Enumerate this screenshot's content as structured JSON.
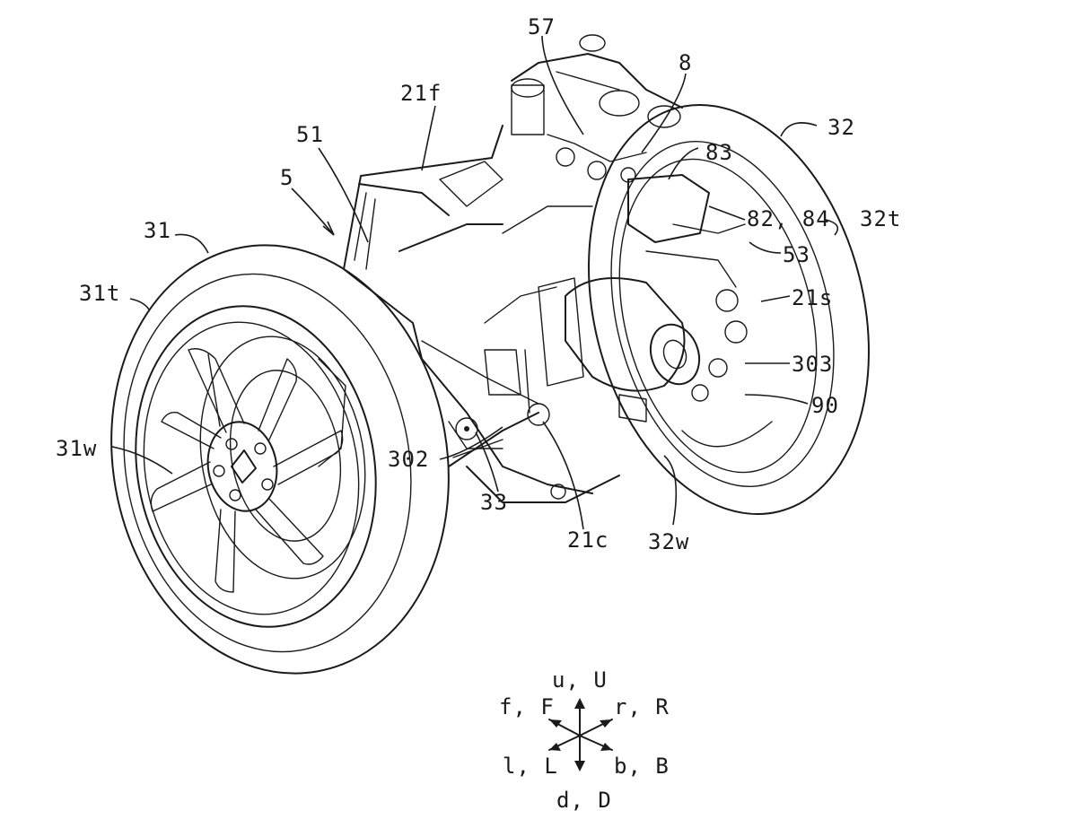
{
  "labels": {
    "l57": "57",
    "l8": "8",
    "l21f": "21f",
    "l51": "51",
    "l5": "5",
    "l32": "32",
    "l83": "83",
    "l31": "31",
    "l82_84": "82, 84",
    "l32t": "32t",
    "l53": "53",
    "l31t": "31t",
    "l21s": "21s",
    "l303": "303",
    "l90": "90",
    "l31w": "31w",
    "l302": "302",
    "l33": "33",
    "l21c": "21c",
    "l32w": "32w"
  },
  "axes": {
    "up": "u, U",
    "front": "f, F",
    "rear": "r, R",
    "left": "l, L",
    "back": "b, B",
    "down": "d, D"
  }
}
